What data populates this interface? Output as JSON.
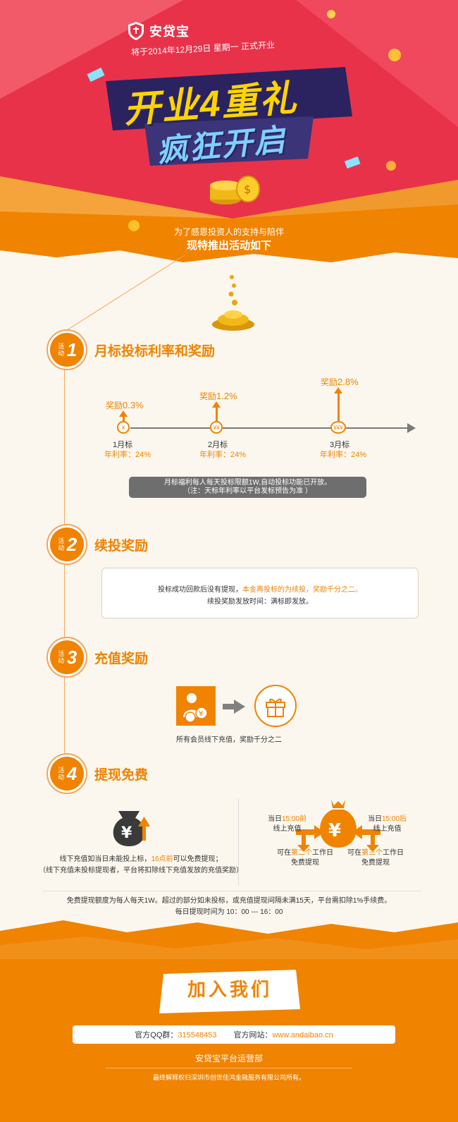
{
  "hero": {
    "logo_name": "安贷宝",
    "date_line": "将于2014年12月29日 星期一 正式开业",
    "title_main": "开业4重礼",
    "title_sub": "疯狂开启",
    "intro_line1": "为了感恩投资人的支持与陪伴",
    "intro_line2": "现特推出活动如下"
  },
  "activities": [
    {
      "small": "活动",
      "num": "1",
      "title": "月标投标利率和奖励"
    },
    {
      "small": "活动",
      "num": "2",
      "title": "续投奖励"
    },
    {
      "small": "活动",
      "num": "3",
      "title": "充值奖励"
    },
    {
      "small": "活动",
      "num": "4",
      "title": "提现免费"
    }
  ],
  "activity1": {
    "tiers": [
      {
        "reward_prefix": "奖励",
        "reward_value": "0.3%",
        "label": "1月标",
        "rate": "年利率：24%",
        "node": "¥"
      },
      {
        "reward_prefix": "奖励",
        "reward_value": "1.2%",
        "label": "2月标",
        "rate": "年利率：24%",
        "node": "¥¥"
      },
      {
        "reward_prefix": "奖励",
        "reward_value": "2.8%",
        "label": "3月标",
        "rate": "年利率：24%",
        "node": "¥¥¥"
      }
    ],
    "note_line1": "月标福利每人每天投标限额1W,自动投标功能已开放。",
    "note_line2": "（注：天标年利率以平台发标预告为准 ）"
  },
  "activity2": {
    "line1_a": "投标成功回款后没有提现，",
    "line1_b": "本金再投标的为续投，奖励千分之二。",
    "line2": "续投奖励发放时间：满标即发放。"
  },
  "activity3": {
    "caption": "所有会员线下充值，奖励千分之二"
  },
  "activity4": {
    "left_line1_a": "线下充值如当日未能投上标，",
    "left_line1_b": "16点前",
    "left_line1_c": "可以免费提现；",
    "left_line2": "（线下充值未投标提现者，平台将扣除线下充值发放的充值奖励）",
    "flow_tl_a": "当日",
    "flow_tl_b": "15:00前",
    "flow_tl_c": "线上充值",
    "flow_tr_a": "当日",
    "flow_tr_b": "15:00后",
    "flow_tr_c": "线上充值",
    "flow_bl_a": "可在",
    "flow_bl_b": "第二个",
    "flow_bl_c": "工作日",
    "flow_bl_d": "免费提现",
    "flow_br_a": "可在",
    "flow_br_b": "第三个",
    "flow_br_c": "工作日",
    "flow_br_d": "免费提现",
    "bottom_line1": "免费提现额度为每人每天1W。超过的部分如未投标，或充值提现间隔未满15天，平台需扣除1%手续费。",
    "bottom_line2": "每日提现时间为 10：00 --- 16：00"
  },
  "footer": {
    "join": "加入我们",
    "qq_label": "官方QQ群：",
    "qq_value": "315548453",
    "site_label": "官方网站：",
    "site_value": "www.andaibao.cn",
    "dept": "安贷宝平台运营部",
    "copyright": "最终解释权归深圳市创世佳鸿金融服务有限公司所有。"
  },
  "colors": {
    "accent": "#f08300",
    "hero_red": "#e8324a",
    "banner_navy": "#2a2360",
    "background": "#fbf7ee"
  },
  "icons": [
    "shield-logo-icon",
    "coin-stack-icon",
    "falling-coins-icon",
    "user-yuan-icon",
    "right-arrow-icon",
    "gift-icon",
    "money-bag-icon",
    "yuan-bag-icon"
  ]
}
